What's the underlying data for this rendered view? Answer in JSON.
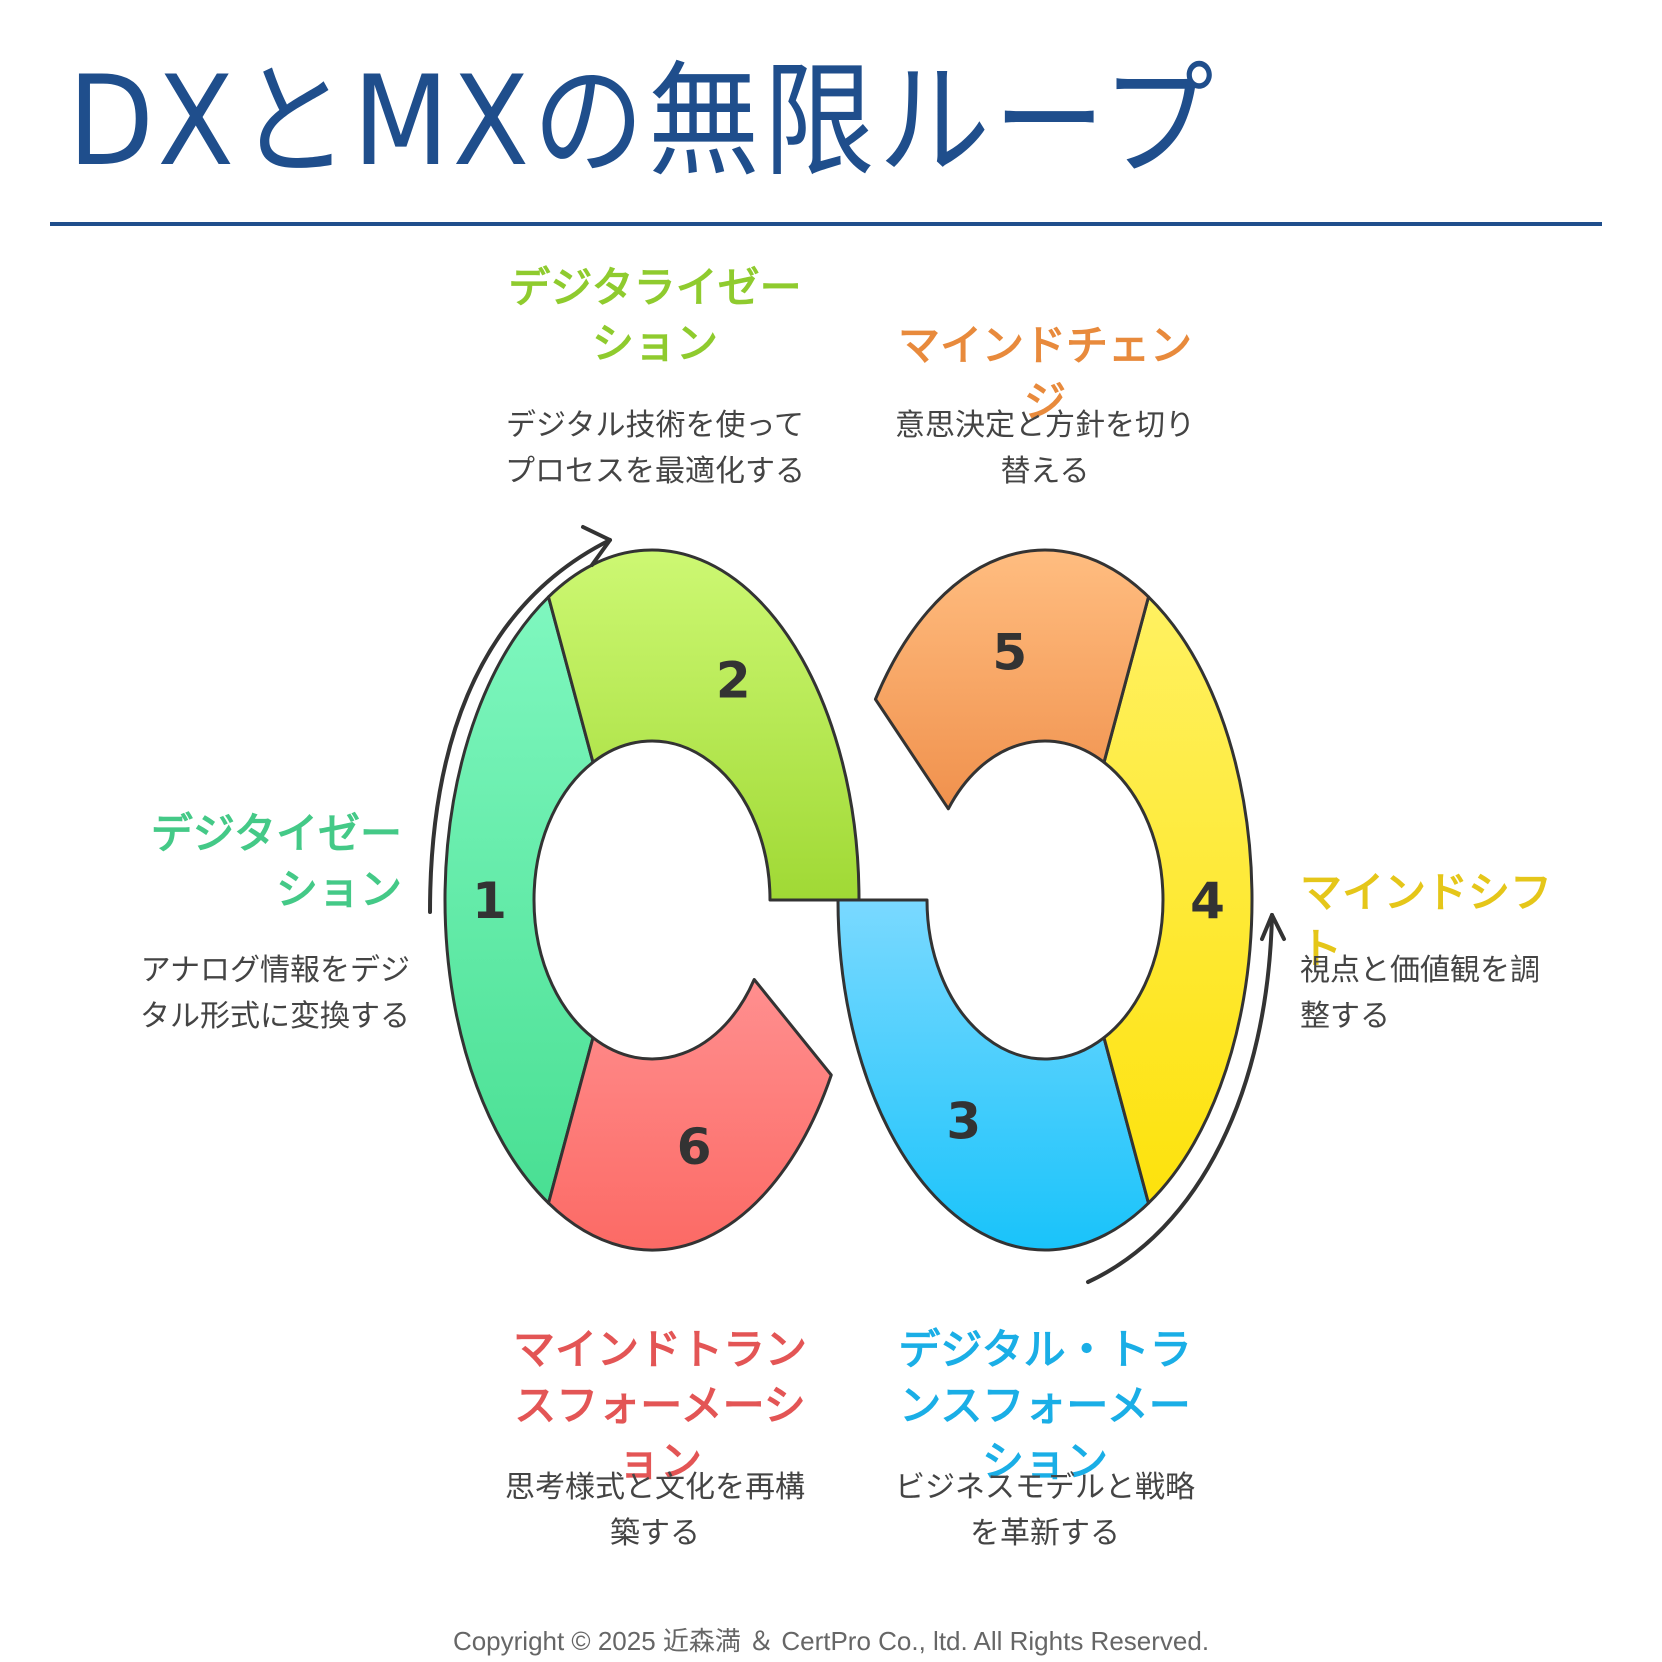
{
  "title": "DXとMXの無限ループ",
  "colors": {
    "title": "#1f4e8c",
    "stage1": "#44c987",
    "stage2": "#8fcb2e",
    "stage3": "#1aaee6",
    "stage4": "#e5c619",
    "stage5": "#e88a3c",
    "stage6": "#e35555"
  },
  "stages": [
    {
      "number": "1",
      "title": "デジタイゼーション",
      "description": "アナログ情報をデジタル形式に変換する"
    },
    {
      "number": "2",
      "title": "デジタライゼーション",
      "description": "デジタル技術を使ってプロセスを最適化する"
    },
    {
      "number": "3",
      "title": "デジタル・トランスフォーメーション",
      "description": "ビジネスモデルと戦略を革新する"
    },
    {
      "number": "4",
      "title": "マインドシフト",
      "description": "視点と価値観を調整する"
    },
    {
      "number": "5",
      "title": "マインドチェンジ",
      "description": "意思決定と方針を切り替える"
    },
    {
      "number": "6",
      "title": "マインドトランスフォーメーション",
      "description": "思考様式と文化を再構築する"
    }
  ],
  "copyright": "Copyright © 2025 近森満 ＆ CertPro Co., ltd. All Rights Reserved."
}
